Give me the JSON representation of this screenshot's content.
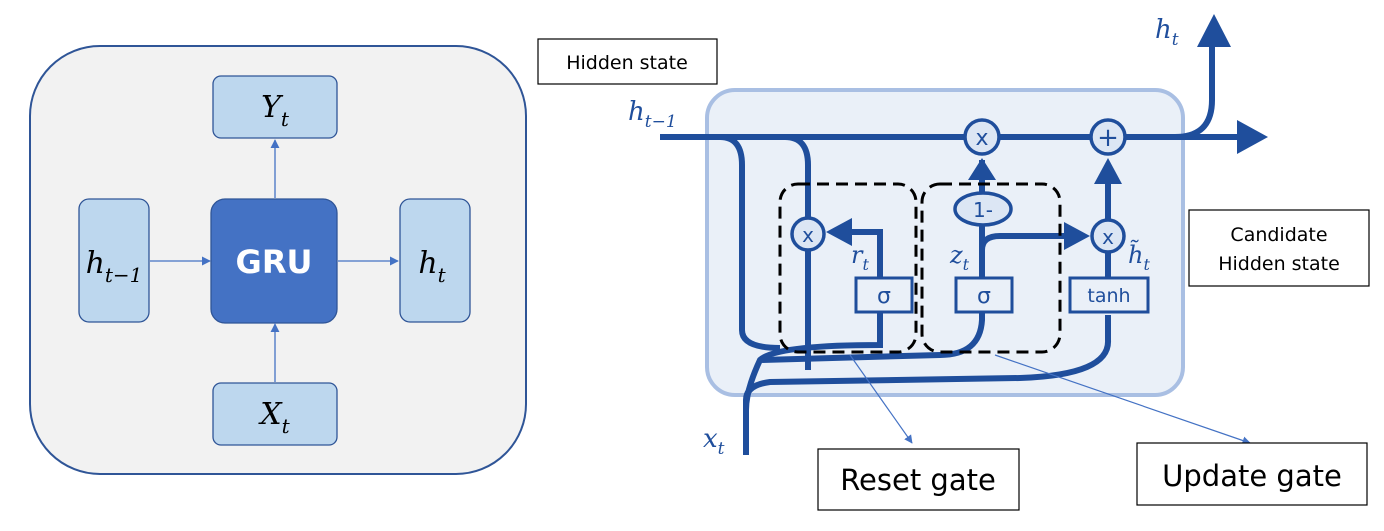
{
  "left_panel": {
    "center_label": "GRU",
    "output": {
      "base": "Y",
      "sub": "t"
    },
    "input": {
      "base": "X",
      "sub": "t"
    },
    "prev_hidden": {
      "base": "h",
      "sub": "t−1"
    },
    "next_hidden": {
      "base": "h",
      "sub": "t"
    }
  },
  "right_panel": {
    "labels": {
      "hidden_state": "Hidden state",
      "candidate_line1": "Candidate",
      "candidate_line2": "Hidden state",
      "reset_gate": "Reset gate",
      "update_gate": "Update gate"
    },
    "math": {
      "h_out": {
        "base": "h",
        "sub": "t"
      },
      "h_prev": {
        "base": "h",
        "sub": "t−1"
      },
      "x_in": {
        "base": "x",
        "sub": "t"
      },
      "r": {
        "base": "r",
        "sub": "t"
      },
      "z": {
        "base": "z",
        "sub": "t"
      },
      "h_tilde": {
        "base": "h̃",
        "sub": "t"
      }
    },
    "ops": {
      "multiply": "x",
      "add": "+",
      "one_minus": "1-",
      "sigma": "σ",
      "tanh": "tanh"
    }
  },
  "colors": {
    "dark_blue": "#1f4e9c",
    "gru_fill": "#4472c4",
    "light_box": "#bdd7ee",
    "panel_bg": "#f2f2f2",
    "cell_bg": "#eaf0f8"
  }
}
